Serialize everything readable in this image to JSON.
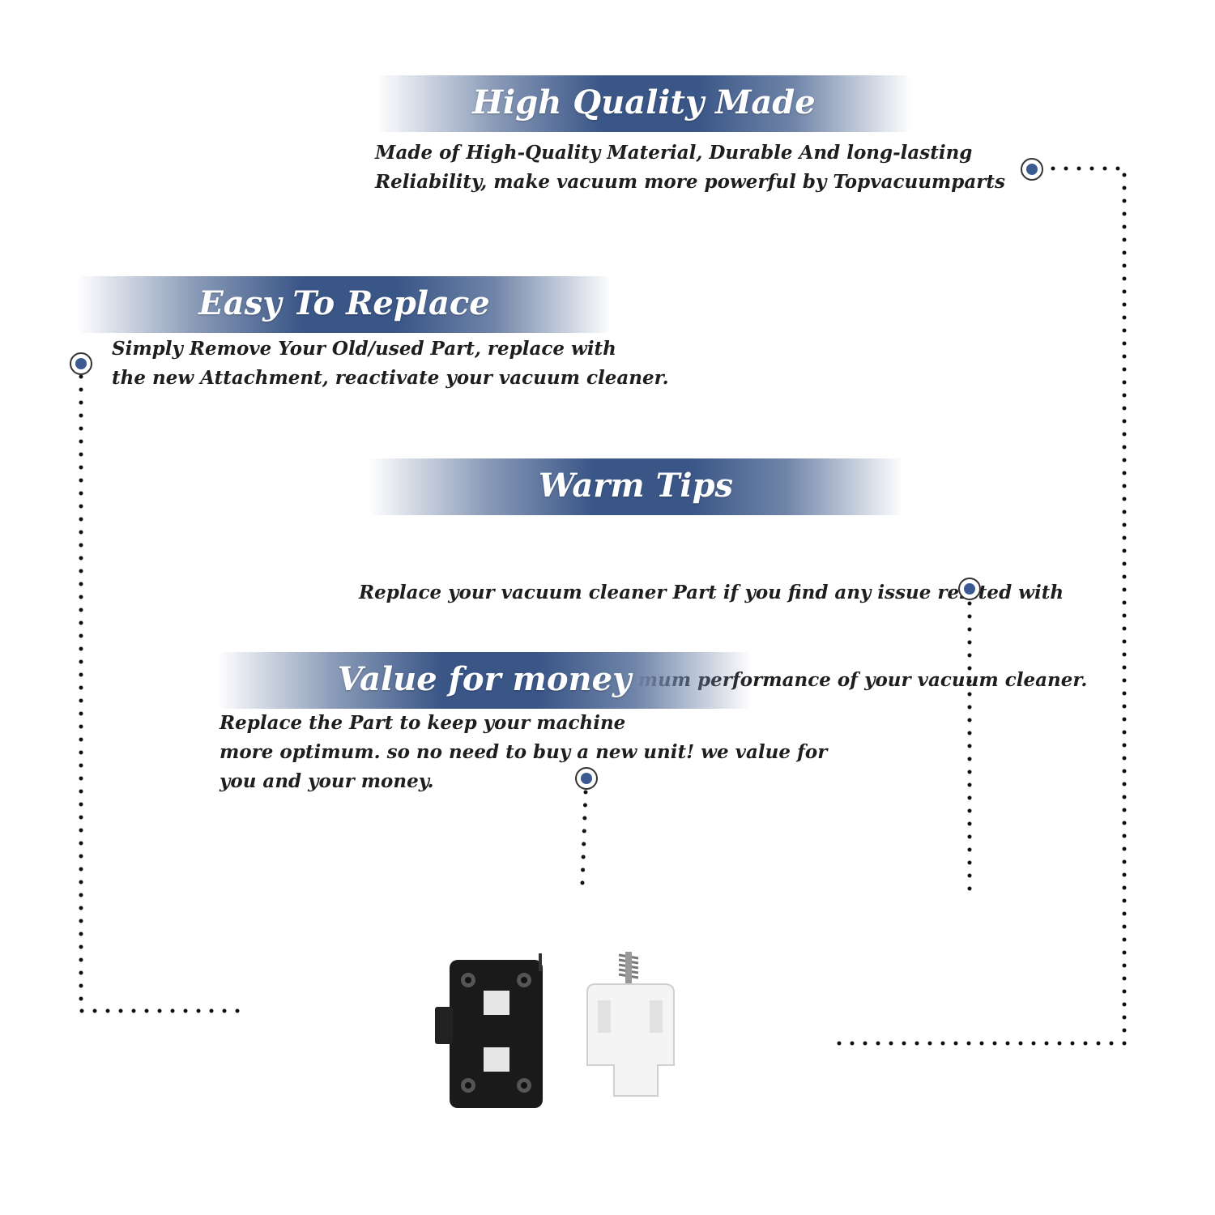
{
  "sections": [
    {
      "title": "High Quality Made",
      "lines": [
        "Made of  High-Quality Material, Durable And long-lasting",
        "Reliability, make vacuum more powerful by Topvacuumparts"
      ]
    },
    {
      "title": "Easy To Replace",
      "lines": [
        "Simply Remove Your Old/used Part, replace with",
        "the new Attachment, reactivate your vacuum cleaner."
      ]
    },
    {
      "title": "Warm Tips",
      "lines": [
        "Replace your vacuum cleaner Part if you find any issue related with",
        " attachment to ensure optimum performance of your vacuum cleaner."
      ]
    },
    {
      "title": "Value for money",
      "lines": [
        "Replace the Part to keep your machine",
        "more optimum. so no need to buy a new unit! we value for",
        "you and your money."
      ]
    }
  ],
  "colors": {
    "banner_blue": "#3a5687",
    "marker_blue": "#3b5a92",
    "text": "#1e1e1e"
  },
  "icons": [
    "marker-icon",
    "dotted-connector",
    "vacuum-part-photo"
  ]
}
